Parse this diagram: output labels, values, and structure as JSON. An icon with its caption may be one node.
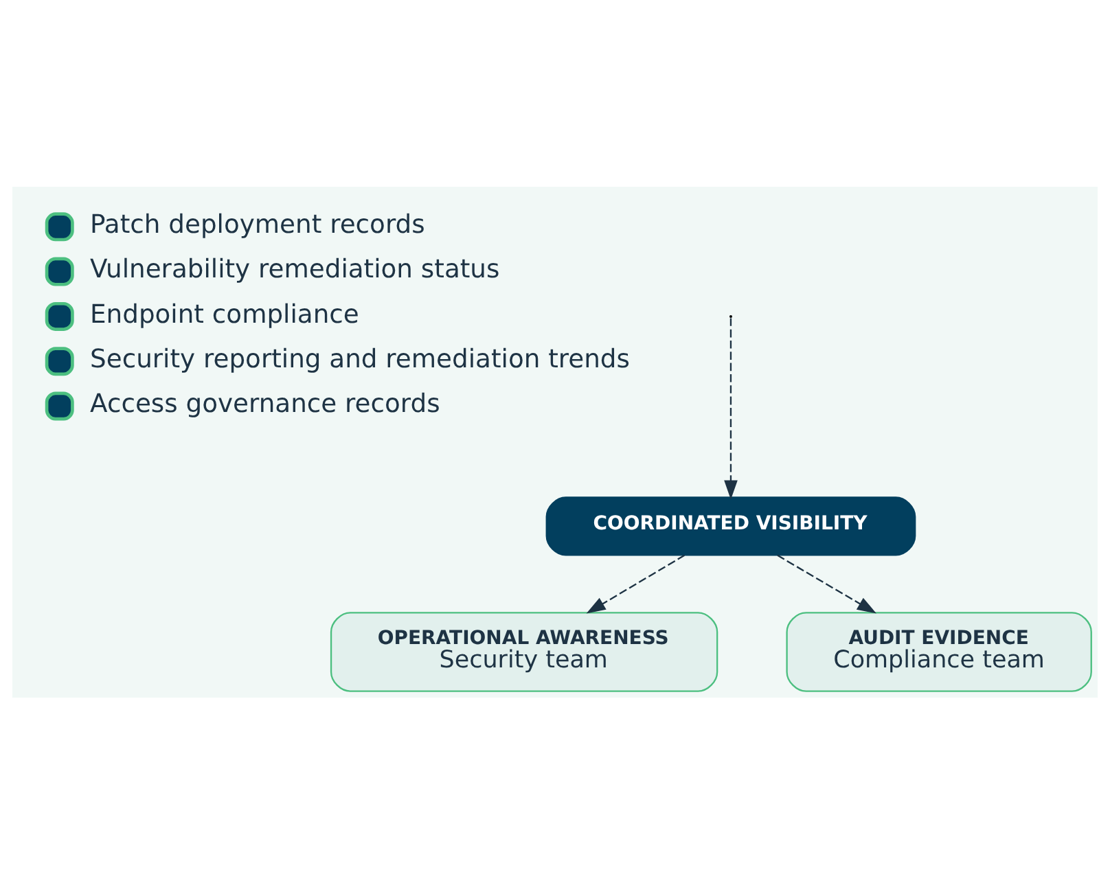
{
  "diagram": {
    "nodes": [
      {
        "text": [
          "COORDINATED VISIBILITY"
        ]
      },
      {
        "text": [
          "OPERATIONAL AWARENESS",
          "Security team"
        ]
      },
      {
        "text": [
          "AUDIT EVIDENCE",
          "Compliance team"
        ]
      }
    ],
    "edges": [
      {
        "from": null,
        "to": 0,
        "arrow": "to",
        "style": "dashed"
      },
      {
        "from": 0,
        "to": 1,
        "arrow": "to",
        "style": "dashed"
      },
      {
        "from": 0,
        "to": 2,
        "arrow": "to",
        "style": "dashed"
      }
    ],
    "labels": [
      "Patch deployment records",
      "Vulnerability remediation status",
      "Endpoint compliance",
      "Security reporting and remediation trends",
      "Access governance records"
    ]
  }
}
